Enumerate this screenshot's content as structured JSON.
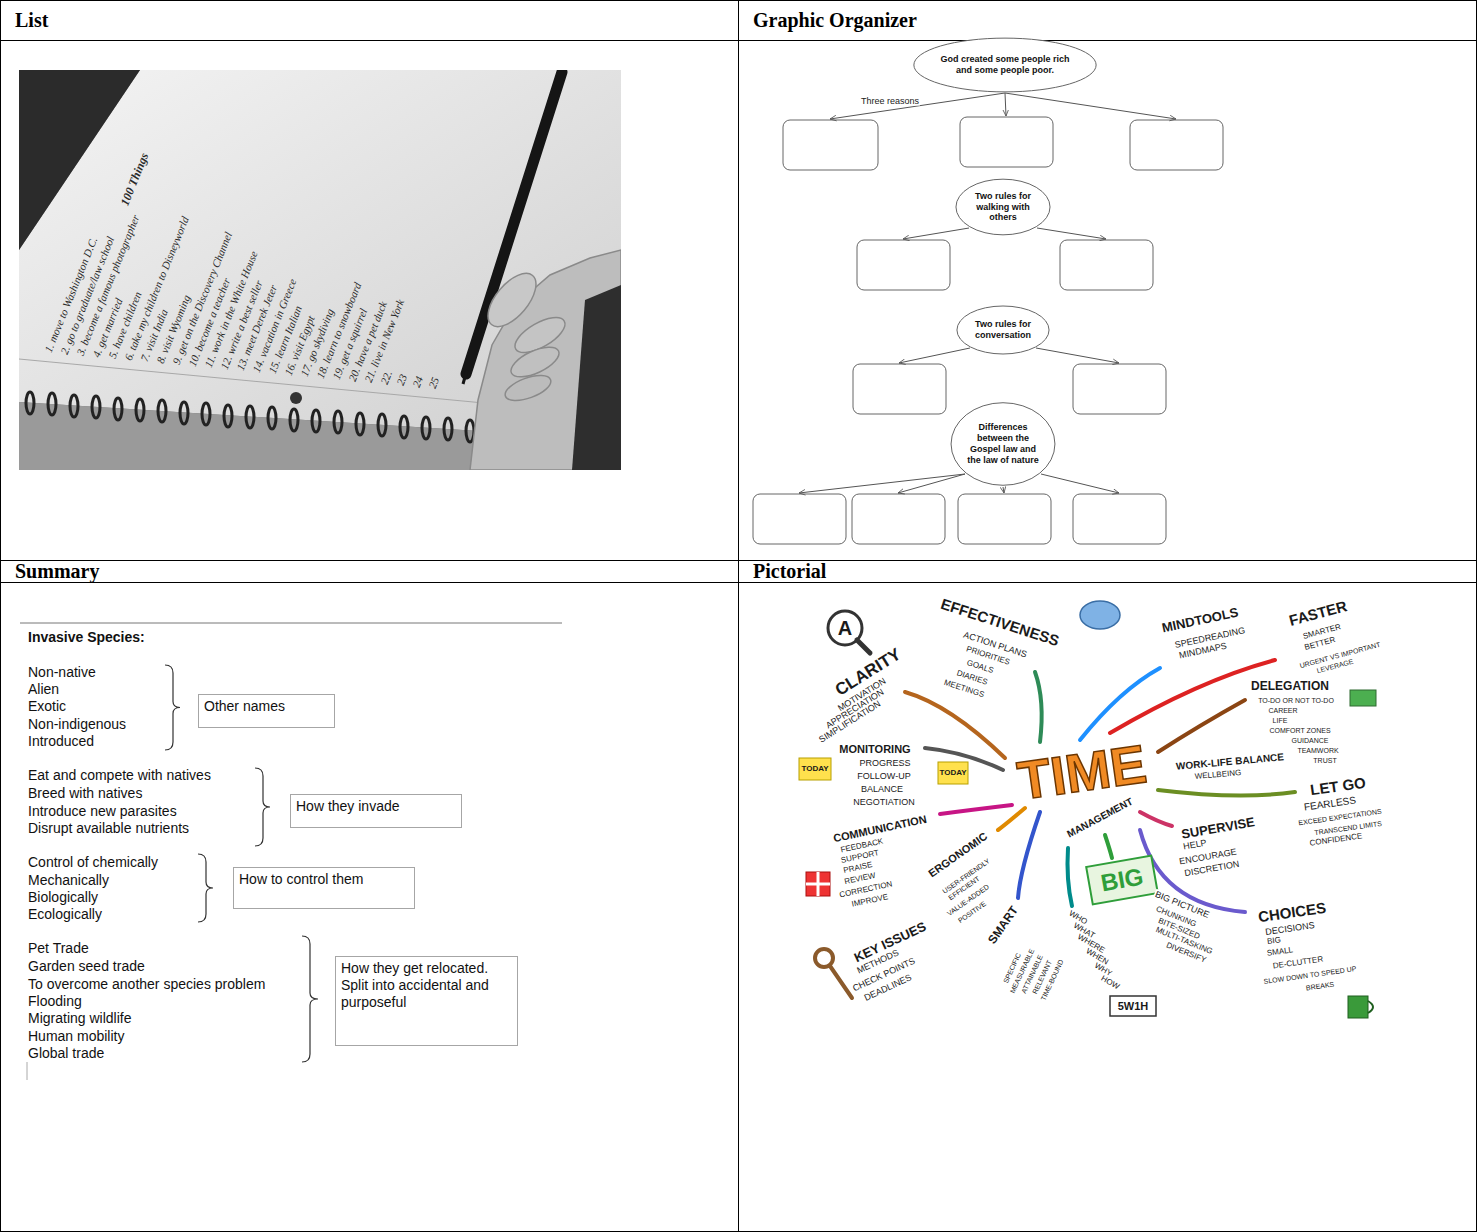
{
  "diagram": {
    "nodes": [
      {
        "text": [
          "List"
        ]
      },
      {
        "text": [
          "Graphic Organizer"
        ]
      },
      {
        "text": [
          "God created some people rich and some people poor."
        ],
        "in": 1
      },
      {
        "text": [
          "Two rules for walking with others"
        ],
        "in": 1
      },
      {
        "text": [
          "Two rules for conversation"
        ],
        "in": 1
      },
      {
        "text": [
          "Differences between the Gospel law and the law of nature"
        ],
        "in": 1
      },
      {
        "text": [
          "Summary"
        ]
      },
      {
        "text": [
          "Other names"
        ],
        "in": 6
      },
      {
        "text": [
          "How they invade"
        ],
        "in": 6
      },
      {
        "text": [
          "How to control them"
        ],
        "in": 6
      },
      {
        "text": [
          "How they get relocated. Split into accidental and purposeful"
        ],
        "in": 6
      },
      {
        "text": [
          "Pictorial"
        ]
      }
    ],
    "labels": [
      "Three reasons",
      "100 Things",
      "1. move to Washington D.C.",
      "2. go to graduate/law school",
      "3. become a famous photographer",
      "4. get married",
      "5. have children",
      "6. take my children to Disneyworld",
      "7. visit India",
      "8. visit Wyoming",
      "9. get on the Discovery Channel",
      "10. become a teacher",
      "11. work in the White House",
      "12. write a best seller",
      "13. meet Derek Jeter",
      "14. vacation in Greece",
      "15. learn Italian",
      "16. visit Egypt",
      "17. go skydiving",
      "18. learn to snowboard",
      "19. get a squirrel",
      "20. have a pet duck",
      "21. live in New York",
      "22.",
      "23",
      "24",
      "25",
      "Invasive Species:",
      "Non-native",
      "Alien",
      "Exotic",
      "Non-indigenous",
      "Introduced",
      "Eat and compete with natives",
      "Breed with natives",
      "Introduce new parasites",
      "Disrupt available nutrients",
      "Control of chemically",
      "Mechanically",
      "Biologically",
      "Ecologically",
      "Pet Trade",
      "Garden seed trade",
      "To overcome another species problem",
      "Flooding",
      "Migrating wildlife",
      "Human mobility",
      "Global trade",
      "TIME",
      "MANAGEMENT",
      "A",
      "CLARITY",
      "MOTIVATION",
      "APPRECIATION",
      "SIMPLIFICATION",
      "EFFECTIVENESS",
      "ACTION PLANS",
      "PRIORITIES",
      "GOALS",
      "DIARIES",
      "MEETINGS",
      "MINDTOOLS",
      "SPEEDREADING",
      "MINDMAPS",
      "FASTER",
      "SMARTER",
      "BETTER",
      "URGENT VS IMPORTANT",
      "LEVERAGE",
      "DELEGATION",
      "TO-DO OR NOT TO-DO",
      "CAREER",
      "LIFE",
      "COMFORT ZONES",
      "GUIDANCE",
      "TEAMWORK",
      "TRUST",
      "WORK-LIFE BALANCE",
      "WELLBEING",
      "LET GO",
      "FEARLESS",
      "EXCEED EXPECTATIONS",
      "TRANSCEND LIMITS",
      "CONFIDENCE",
      "SUPERVISE",
      "HELP",
      "ENCOURAGE",
      "DISCRETION",
      "CHOICES",
      "DECISIONS",
      "BIG",
      "SMALL",
      "DE-CLUTTER",
      "SLOW DOWN TO SPEED UP",
      "BREAKS",
      "BIG",
      "BIG PICTURE",
      "CHUNKING",
      "BITE-SIZED",
      "MULTI-TASKING",
      "DIVERSIFY",
      "WHO",
      "WHAT",
      "WHERE",
      "WHEN",
      "WHY",
      "HOW",
      "5W1H",
      "SMART",
      "SPECIFIC",
      "MEASURABLE",
      "ATTAINABLE",
      "RELEVANT",
      "TIME-BOUND",
      "ERGONOMIC",
      "USER-FRIENDLY",
      "EFFICIENT",
      "VALUE-ADDED",
      "POSITIVE",
      "KEY ISSUES",
      "METHODS",
      "CHECK POINTS",
      "DEADLINES",
      "COMMUNICATION",
      "FEEDBACK",
      "SUPPORT",
      "PRAISE",
      "REVIEW",
      "CORRECTION",
      "IMPROVE",
      "MONITORING",
      "PROGRESS",
      "FOLLOW-UP",
      "BALANCE",
      "NEGOTIATION",
      "TODAY",
      "TODAY"
    ]
  }
}
